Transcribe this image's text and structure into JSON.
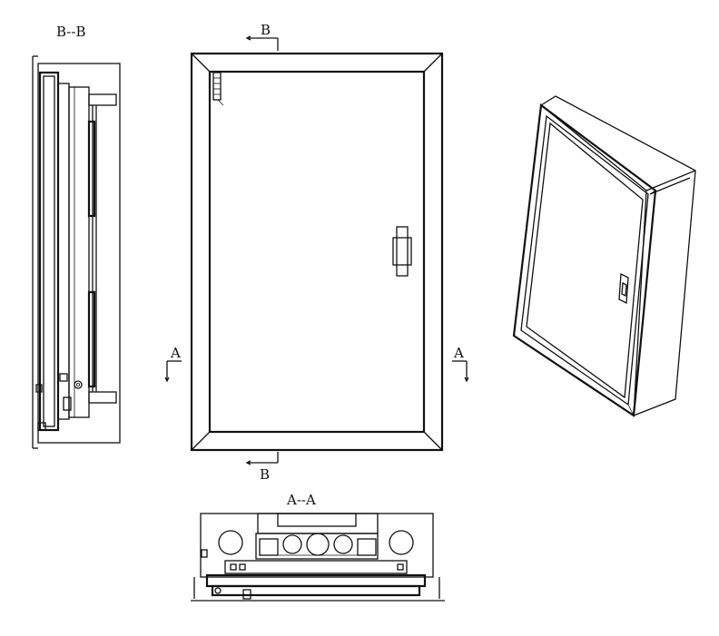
{
  "labels": {
    "section_bb_title": "B--B",
    "section_aa_title": "A--A",
    "cut_mark_b_top": "B",
    "cut_mark_b_bottom": "B",
    "cut_mark_a_left": "A",
    "cut_mark_a_right": "A"
  }
}
